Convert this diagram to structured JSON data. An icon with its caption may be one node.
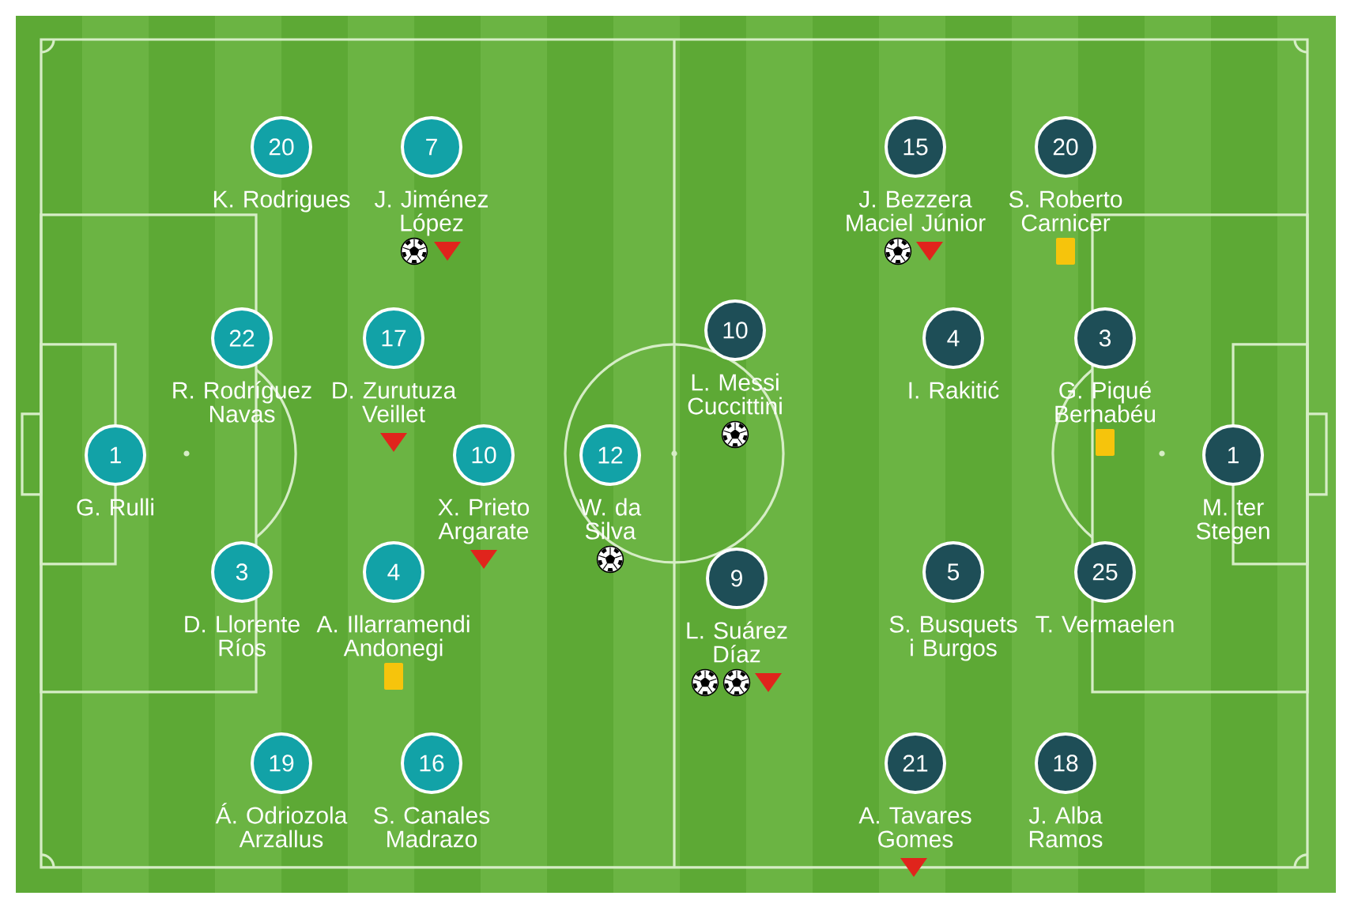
{
  "diagram": {
    "nodes": [
      {
        "text": [
          "20"
        ],
        "beside": [
          "K. Rodrigues"
        ]
      },
      {
        "text": [
          "7"
        ],
        "beside": [
          "J. Jiménez López"
        ]
      },
      {
        "text": [
          "15"
        ],
        "beside": [
          "J. Bezzera Maciel Júnior"
        ]
      },
      {
        "text": [
          "20"
        ],
        "beside": [
          "S. Roberto Carnicer"
        ]
      },
      {
        "text": [
          "22"
        ],
        "beside": [
          "R. Rodríguez Navas"
        ]
      },
      {
        "text": [
          "17"
        ],
        "beside": [
          "D. Zurutuza Veillet"
        ]
      },
      {
        "text": [
          "10"
        ],
        "beside": [
          "L. Messi Cuccittini"
        ]
      },
      {
        "text": [
          "4"
        ],
        "beside": [
          "I. Rakitić"
        ]
      },
      {
        "text": [
          "3"
        ],
        "beside": [
          "G. Piqué Bernabéu"
        ]
      },
      {
        "text": [
          "1"
        ],
        "beside": [
          "G. Rulli"
        ]
      },
      {
        "text": [
          "10"
        ],
        "beside": [
          "X. Prieto Argarate"
        ]
      },
      {
        "text": [
          "12"
        ],
        "beside": [
          "W. da Silva"
        ]
      },
      {
        "text": [
          "1"
        ],
        "beside": [
          "M. ter Stegen"
        ]
      },
      {
        "text": [
          "3"
        ],
        "beside": [
          "D. Llorente Ríos"
        ]
      },
      {
        "text": [
          "4"
        ],
        "beside": [
          "A. Illarramendi Andonegi"
        ]
      },
      {
        "text": [
          "9"
        ],
        "beside": [
          "L. Suárez Díaz"
        ]
      },
      {
        "text": [
          "5"
        ],
        "beside": [
          "S. Busquets i Burgos"
        ]
      },
      {
        "text": [
          "25"
        ],
        "beside": [
          "T. Vermaelen"
        ]
      },
      {
        "text": [
          "19"
        ],
        "beside": [
          "Á. Odriozola Arzallus"
        ]
      },
      {
        "text": [
          "16"
        ],
        "beside": [
          "S. Canales Madrazo"
        ]
      },
      {
        "text": [
          "21"
        ],
        "beside": [
          "A. Tavares Gomes"
        ]
      },
      {
        "text": [
          "18"
        ],
        "beside": [
          "J. Alba Ramos"
        ]
      }
    ]
  }
}
